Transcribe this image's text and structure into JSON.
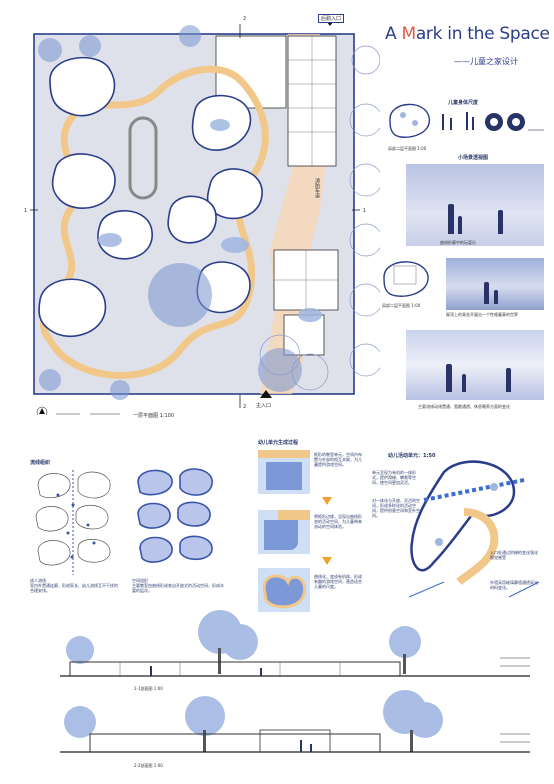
{
  "title": {
    "part1": "A ",
    "mark": "M",
    "part2": "ark in the Space",
    "subtitle": "——儿童之家设计"
  },
  "plan": {
    "rear_entrance": "后勤入口",
    "main_entrance": "主入口",
    "label_top": "2",
    "label_bottom": "2",
    "label_left": "1",
    "label_right": "1",
    "scale_caption": "一层平面图 1:100",
    "fire_lane": "消防车道",
    "partial_caption_a": "局部二层平面图 1:00",
    "partial_caption_b": "局部二层平面图 1:00"
  },
  "right_panel": {
    "child_scale_title": "儿童身体尺度",
    "small_space_title": "小场景透视图",
    "caption1": "曲线折廊中的玩耍乐",
    "caption2": "屋顶上的乘坐开展出一个性格童真的世界",
    "caption3": "主要流线动线贯通、宽敞通透、休息睡养方面的变化"
  },
  "diagrams": {
    "flow_title": "流线组织",
    "flow_note": "成人流线\n室内外贯通连廊，形成家长、幼儿流线互不干扰的合理安排。",
    "space_note": "空间组织\n主要教室由曲线形成各自开放式的活动空间，形成丰富的层次。",
    "process_title": "幼儿单元生成过程",
    "process_note1": "矩形的教室单元，空间内布置与外部的相互关联，为儿童提供游戏空间。",
    "process_note2": "将矩形边缘，呈现出曲线形态的活动空间，为儿童带来流动的空间体验。",
    "process_note3": "曲线化，变成有机体，形成有趣的游戏空间，营造适合儿童的尺度。",
    "unit_title": "幼儿活动单元：1:50",
    "unit_note1": "单元呈现为有机的一体形式，提供滑梯、攀爬等空间，使空间更加灵活。",
    "unit_note2": "对一体化与开放、灵活的空间，形成多样化的活动空间，提供创意空间和室外空间。",
    "unit_note3": "入口处通过阶梯的变化强化视觉感受",
    "unit_note4": "外墙采用玻璃幕墙通透采光材料变化。"
  },
  "sections": {
    "caption1": "1-1剖面图 1:00",
    "caption2": "2-2剖面图 1:00"
  },
  "colors": {
    "accent": "#e35a4a",
    "blue": "#2a3d8a",
    "path": "#f2c88a",
    "tree": "#7a95cf"
  }
}
